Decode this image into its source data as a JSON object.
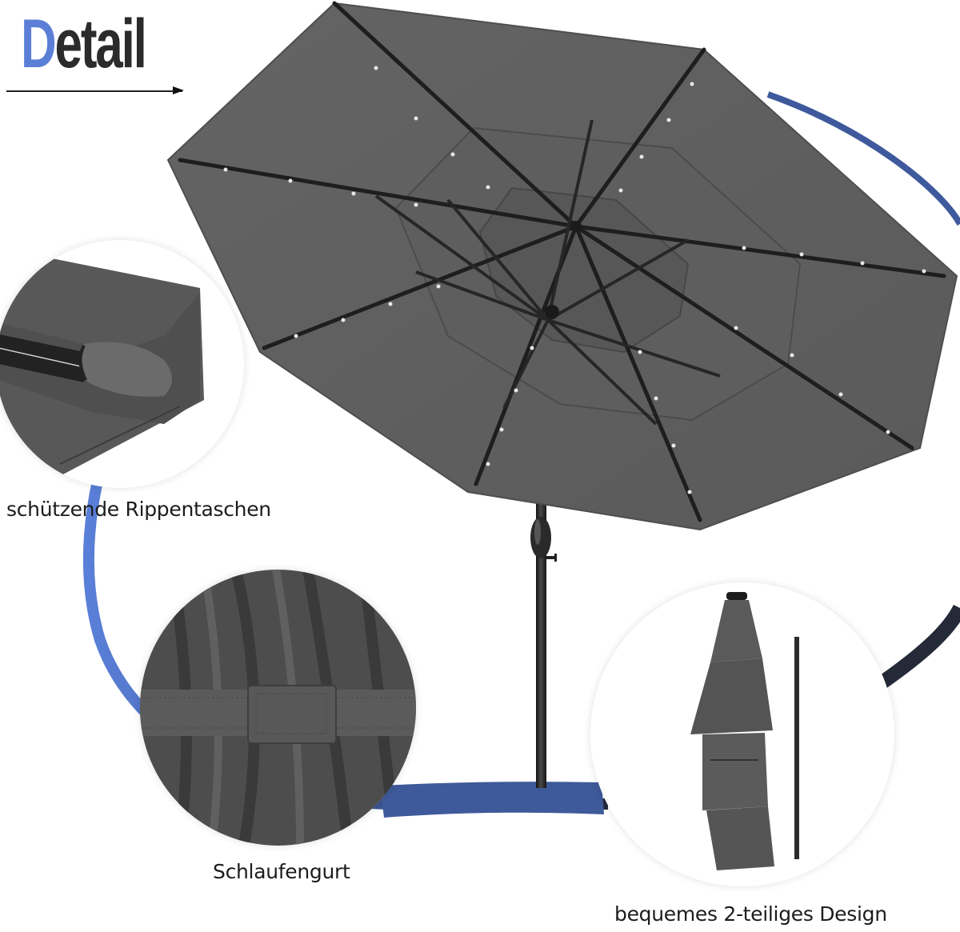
{
  "header": {
    "title_first_letter": "D",
    "title_rest": "etail",
    "accent_color": "#5b7fd6",
    "title_color": "#2b2b2b"
  },
  "product": {
    "canopy_color": "#5c5c5c",
    "rib_color": "#1e1e1e",
    "arc_color": "#3e5a9c"
  },
  "callouts": [
    {
      "label": "schützende Rippentaschen",
      "icon": "rib-pocket-closeup"
    },
    {
      "label": "Schlaufengurt",
      "icon": "strap-closeup"
    },
    {
      "label": "bequemes 2-teiliges Design",
      "icon": "folded-umbrella-and-pole"
    }
  ]
}
